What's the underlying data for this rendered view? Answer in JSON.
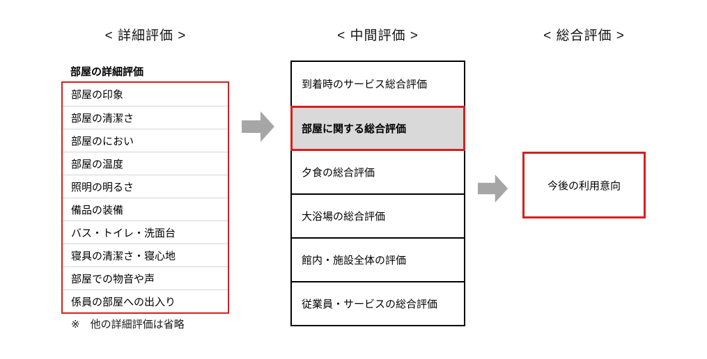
{
  "headers": {
    "detailed": "< 詳細評価 >",
    "intermediate": "< 中間評価 >",
    "overall": "< 総合評価 >"
  },
  "detailed_panel": {
    "title": "部屋の詳細評価",
    "items": [
      "部屋の印象",
      "部屋の清潔さ",
      "部屋のにおい",
      "部屋の温度",
      "照明の明るさ",
      "備品の装備",
      "バス・トイレ・洗面台",
      "寝具の清潔さ・寝心地",
      "部屋での物音や声",
      "係員の部屋への出入り"
    ],
    "note": "※　他の詳細評価は省略"
  },
  "intermediate_panel": {
    "items": [
      {
        "label": "到着時のサービス総合評価",
        "highlighted": false
      },
      {
        "label": "部屋に関する総合評価",
        "highlighted": true
      },
      {
        "label": "夕食の総合評価",
        "highlighted": false
      },
      {
        "label": "大浴場の総合評価",
        "highlighted": false
      },
      {
        "label": "館内・施設全体の評価",
        "highlighted": false
      },
      {
        "label": "従業員・サービスの総合評価",
        "highlighted": false
      }
    ]
  },
  "overall_panel": {
    "box_label": "今後の利用意向"
  },
  "icons": {
    "arrow_1": "block-arrow-right-icon",
    "arrow_2": "block-arrow-right-icon"
  },
  "colors": {
    "red_border": "#d81e1e",
    "highlight_fill": "#d9d9d9",
    "arrow_gray": "#a6a6a6",
    "black_border": "#000000",
    "row_separator": "#d4d4d4",
    "background": "#ffffff"
  }
}
